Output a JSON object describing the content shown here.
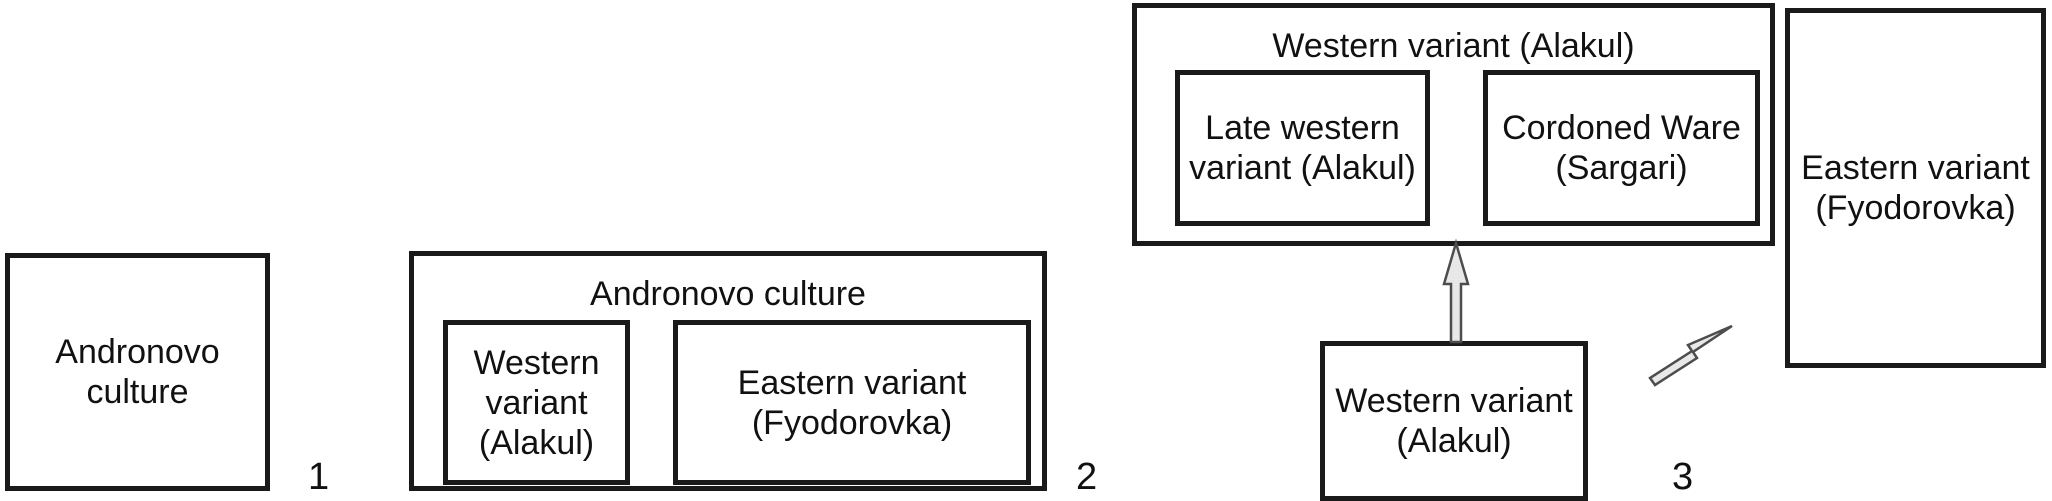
{
  "figure": {
    "type": "diagram",
    "description": "Three-panel schematic of Andronovo culture classification schemes",
    "background_color": "#ffffff",
    "line_color": "#1a1a1a",
    "arrow_fill_color": "#e8e8e8",
    "arrow_stroke_color": "#4d4d4d"
  },
  "panels": [
    {
      "number": "1",
      "boxes": [
        {
          "name": "andronovo-culture",
          "label": "Andronovo\nculture"
        }
      ],
      "arrows": []
    },
    {
      "number": "2",
      "boxes": [
        {
          "name": "andronovo-culture",
          "label": "Andronovo culture"
        },
        {
          "name": "western-variant",
          "label": "Western variant\n(Alakul)"
        },
        {
          "name": "eastern-variant",
          "label": "Eastern variant\n(Fyodorovka)"
        }
      ],
      "arrows": []
    },
    {
      "number": "3",
      "boxes": [
        {
          "name": "western-variant-group",
          "label": "Western variant (Alakul)"
        },
        {
          "name": "late-western-variant",
          "label": "Late western\nvariant (Alakul)"
        },
        {
          "name": "cordoned-ware",
          "label": "Cordoned Ware\n(Sargari)"
        },
        {
          "name": "eastern-variant",
          "label": "Eastern variant\n(Fyodorovka)"
        },
        {
          "name": "western-variant-source",
          "label": "Western variant\n(Alakul)"
        }
      ],
      "arrows": [
        {
          "name": "arrow-up",
          "direction": "up",
          "from": "western-variant-source",
          "to": "western-variant-group"
        },
        {
          "name": "arrow-diagonal",
          "direction": "up-right",
          "from": "western-variant-source",
          "to": "eastern-variant"
        }
      ]
    }
  ],
  "panel1": {
    "number": "1",
    "andronovo_culture": "Andronovo\nculture"
  },
  "panel2": {
    "number": "2",
    "title": "Andronovo culture",
    "western_variant": "Western variant\n(Alakul)",
    "eastern_variant": "Eastern variant\n(Fyodorovka)"
  },
  "panel3": {
    "number": "3",
    "title": "Western variant (Alakul)",
    "late_western_variant": "Late western\nvariant (Alakul)",
    "cordoned_ware": "Cordoned Ware\n(Sargari)",
    "eastern_variant": "Eastern variant\n(Fyodorovka)",
    "western_variant_source": "Western variant\n(Alakul)"
  }
}
